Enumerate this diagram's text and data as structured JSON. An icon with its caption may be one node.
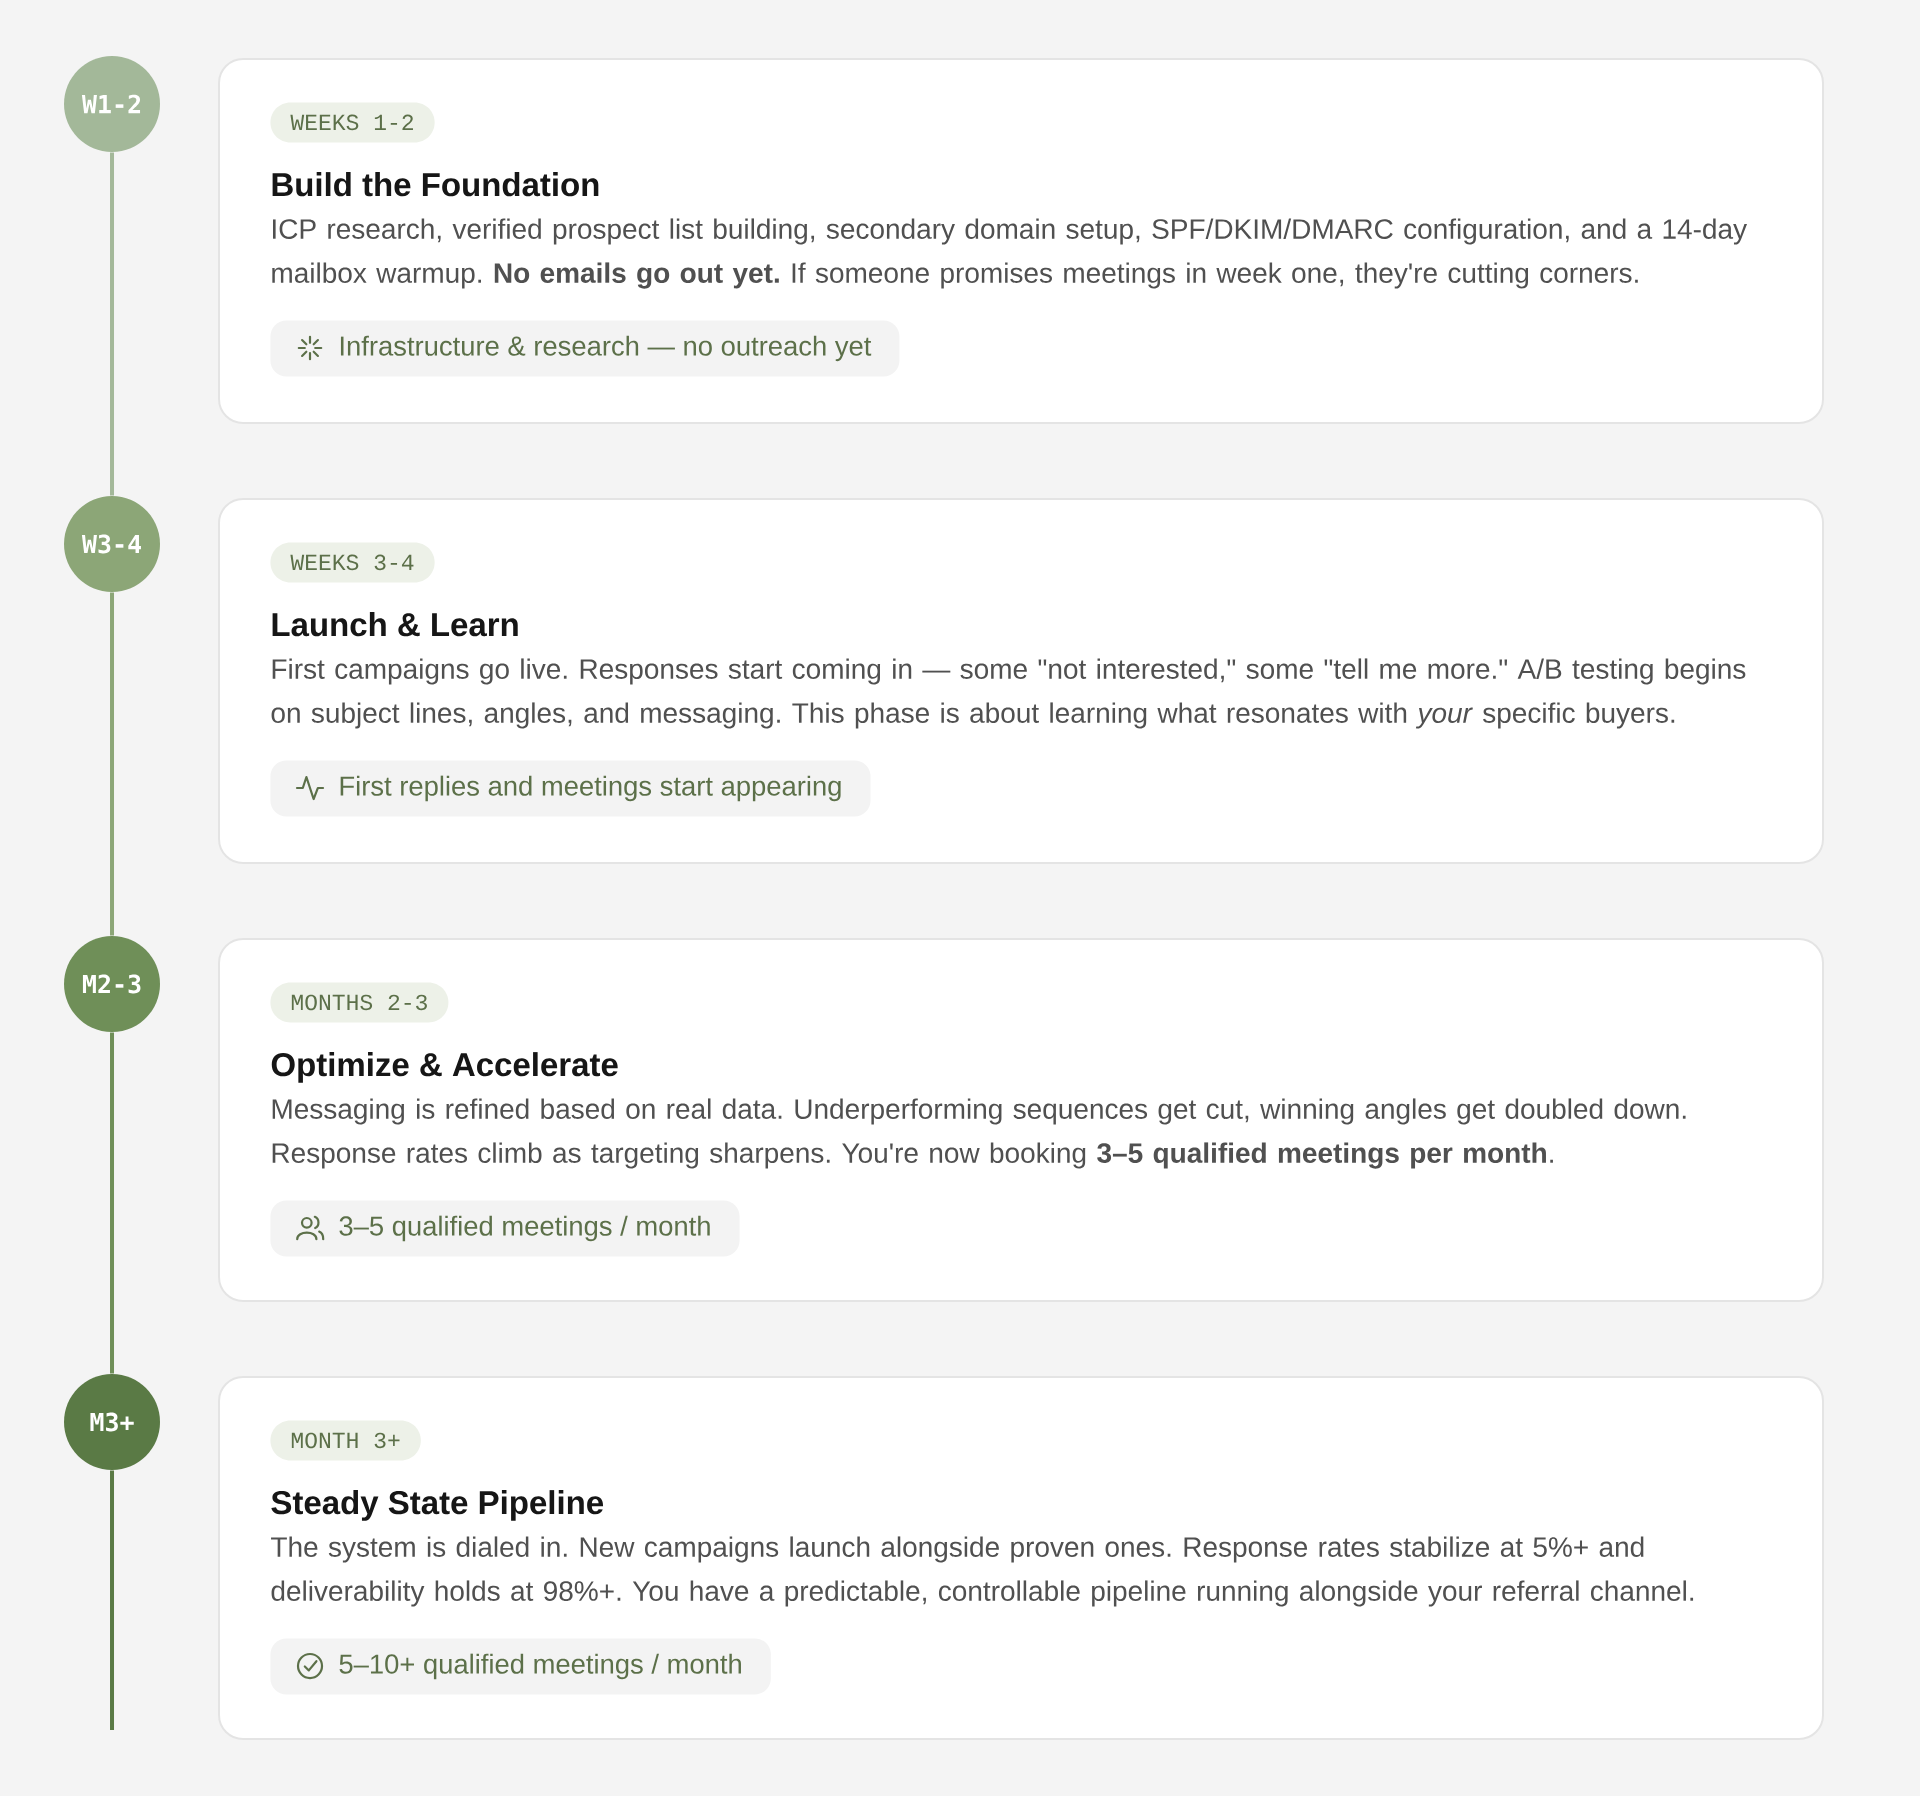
{
  "diagram": {
    "nodes": [
      {
        "text": [
          "W1-2"
        ]
      },
      {
        "text": [
          "Build the Foundation",
          "ICP research, verified prospect list building, secondary domain setup, SPF/DKIM/DMARC configuration, and a 14-day mailbox warmup. **No emails go out yet.** If someone promises meetings in week one, they're cutting corners."
        ]
      },
      {
        "text": [
          "WEEKS 1-2"
        ],
        "in": 1
      },
      {
        "text": [
          "Infrastructure & research — no outreach yet"
        ],
        "in": 1
      },
      {
        "text": [
          "W3-4"
        ]
      },
      {
        "text": [
          "Launch & Learn",
          "First campaigns go live. Responses start coming in — some \"not interested,\" some \"tell me more.\" A/B testing begins on subject lines, angles, and messaging. This phase is about learning what resonates with *your* specific buyers."
        ]
      },
      {
        "text": [
          "WEEKS 3-4"
        ],
        "in": 5
      },
      {
        "text": [
          "First replies and meetings start appearing"
        ],
        "in": 5
      },
      {
        "text": [
          "M2-3"
        ]
      },
      {
        "text": [
          "Optimize & Accelerate",
          "Messaging is refined based on real data. Underperforming sequences get cut, winning angles get doubled down. Response rates climb as targeting sharpens. You're now booking **3–5 qualified meetings per month**."
        ]
      },
      {
        "text": [
          "MONTHS 2-3"
        ],
        "in": 9
      },
      {
        "text": [
          "3–5 qualified meetings / month"
        ],
        "in": 9
      },
      {
        "text": [
          "M3+"
        ]
      },
      {
        "text": [
          "Steady State Pipeline",
          "The system is dialed in. New campaigns launch alongside proven ones. Response rates stabilize at 5%+ and deliverability holds at 98%+. You have a predictable, controllable pipeline running alongside your referral channel."
        ]
      },
      {
        "text": [
          "MONTH 3+"
        ],
        "in": 13
      },
      {
        "text": [
          "5–10+ qualified meetings / month"
        ],
        "in": 13
      }
    ],
    "edges": [
      {
        "from": 0,
        "to": 4,
        "arrow": "none",
        "color": "#a3b899"
      },
      {
        "from": 4,
        "to": 8,
        "arrow": "none",
        "color": "#8ca677"
      },
      {
        "from": 8,
        "to": 12,
        "arrow": "none",
        "color": "#6f8f58"
      },
      {
        "from": 12,
        "to": null,
        "arrow": "none",
        "color": "#5a7a45"
      }
    ]
  }
}
